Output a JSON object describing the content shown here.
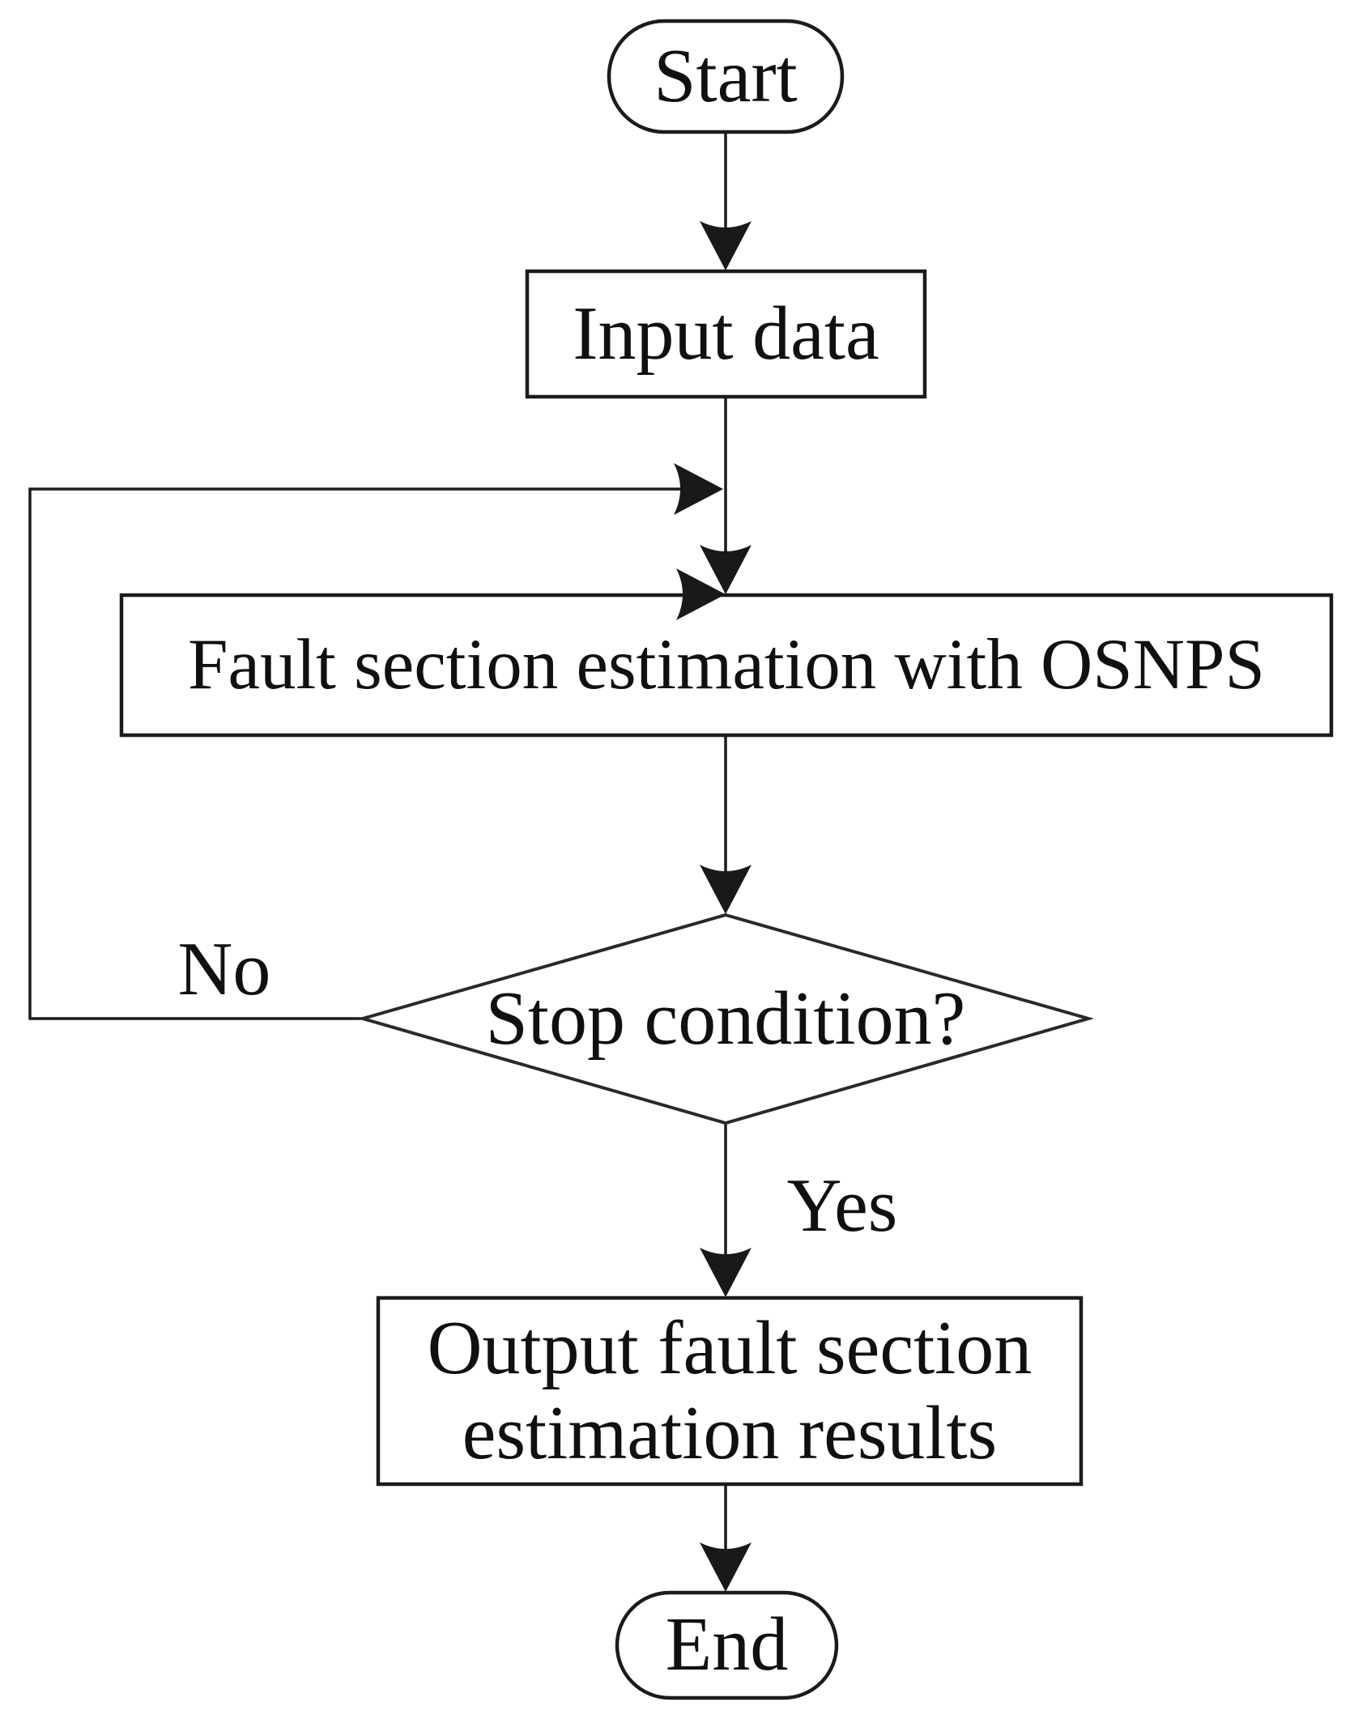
{
  "flowchart": {
    "nodes": [
      {
        "id": "start",
        "type": "terminator",
        "label": "Start"
      },
      {
        "id": "input",
        "type": "process",
        "label": "Input data"
      },
      {
        "id": "fault",
        "type": "process",
        "label": "Fault section estimation with OSNPS"
      },
      {
        "id": "stop",
        "type": "decision",
        "label": "Stop condition?"
      },
      {
        "id": "output",
        "type": "process",
        "label": "Output fault section\nestimation results"
      },
      {
        "id": "end",
        "type": "terminator",
        "label": "End"
      }
    ],
    "edges": [
      {
        "from": "start",
        "to": "input",
        "label": ""
      },
      {
        "from": "input",
        "to": "fault",
        "label": ""
      },
      {
        "from": "fault",
        "to": "stop",
        "label": ""
      },
      {
        "from": "stop",
        "to": "output",
        "label": "Yes"
      },
      {
        "from": "stop",
        "to": "fault",
        "label": "No"
      },
      {
        "from": "output",
        "to": "end",
        "label": ""
      }
    ],
    "colors": {
      "stroke": "#1b1b1b",
      "fill": "#ffffff",
      "text": "#101010",
      "background": "#ffffff"
    }
  }
}
